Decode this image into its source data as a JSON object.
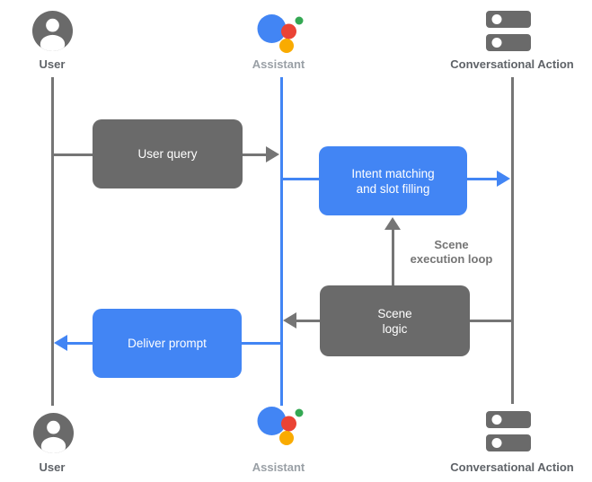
{
  "colors": {
    "gray_shape": "#6a6a6a",
    "gray_line": "#757575",
    "blue": "#4285f4",
    "assistant_red": "#ea4335",
    "assistant_green": "#34a853",
    "assistant_orange": "#f9ab00",
    "label_dark": "#5f6368",
    "label_light": "#9aa0a6"
  },
  "actors": {
    "user_top": {
      "label": "User"
    },
    "assistant_top": {
      "label": "Assistant"
    },
    "action_top": {
      "label": "Conversational Action"
    },
    "user_bottom": {
      "label": "User"
    },
    "assistant_bottom": {
      "label": "Assistant"
    },
    "action_bottom": {
      "label": "Conversational Action"
    }
  },
  "boxes": {
    "user_query": {
      "label": "User query",
      "color": "#6a6a6a"
    },
    "intent_matching": {
      "line1": "Intent matching",
      "line2": "and slot filling",
      "color": "#4285f4"
    },
    "scene_logic": {
      "line1": "Scene",
      "line2": "logic",
      "color": "#6a6a6a"
    },
    "deliver_prompt": {
      "label": "Deliver prompt",
      "color": "#4285f4"
    }
  },
  "annotations": {
    "scene_execution_loop": {
      "line1": "Scene",
      "line2": "execution loop"
    }
  }
}
